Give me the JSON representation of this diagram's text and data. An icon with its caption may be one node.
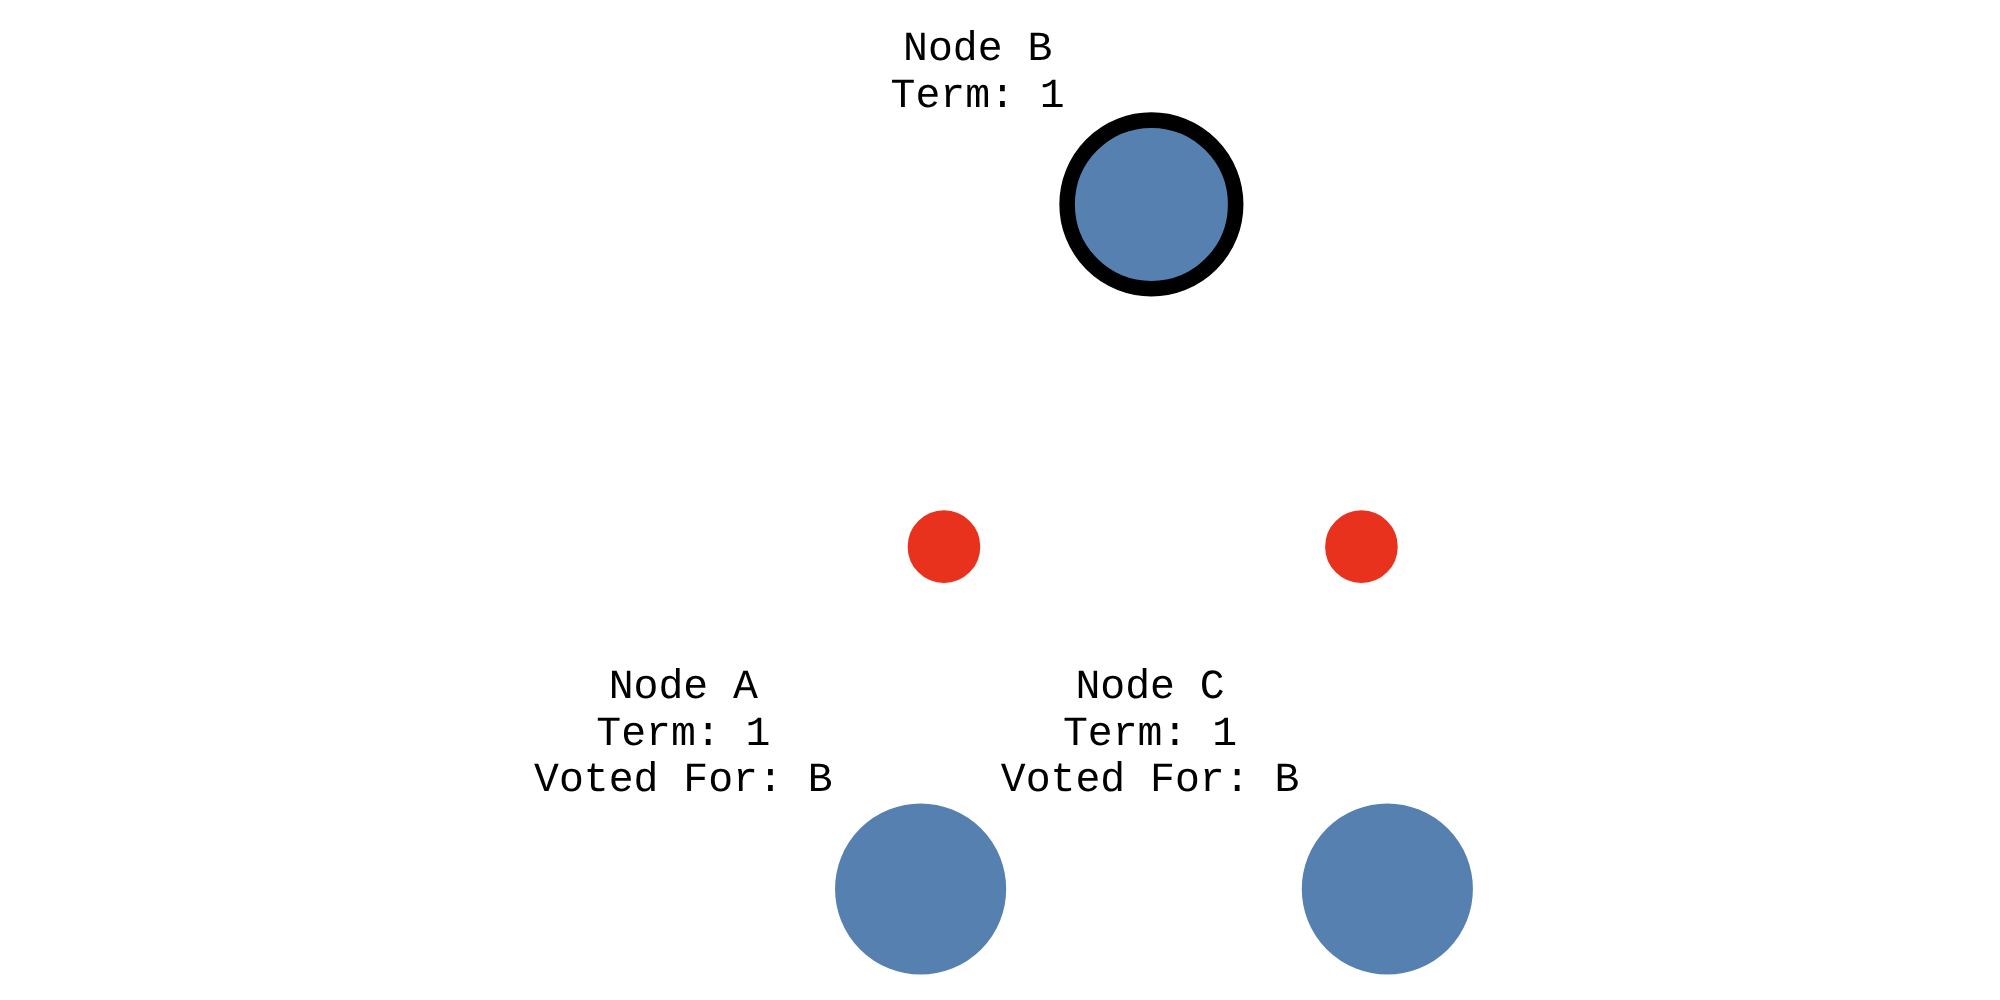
{
  "diagram": {
    "nodes": [
      {
        "text": [
          "Node B",
          "Term: 1"
        ]
      },
      {
        "text": [],
        "shape": "circle"
      },
      {
        "text": [],
        "shape": "circle"
      },
      {
        "text": [
          "Node A",
          "Term: 1",
          "Voted For: B"
        ]
      },
      {
        "text": [
          "Node C",
          "Term: 1",
          "Voted For: B"
        ]
      }
    ]
  }
}
